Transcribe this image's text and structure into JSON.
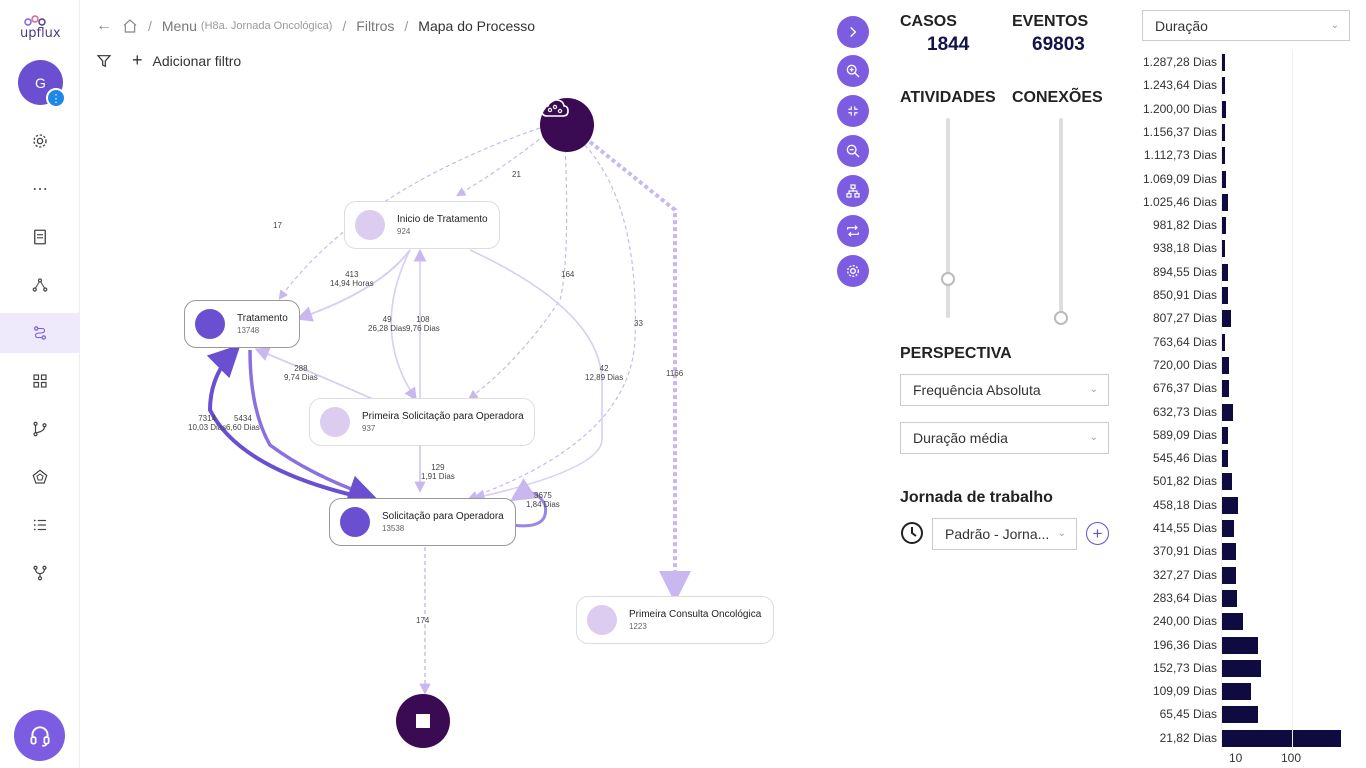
{
  "brand": {
    "name": "upflux"
  },
  "user": {
    "initial": "G",
    "badge": "⋮"
  },
  "breadcrumb": {
    "menu": "Menu",
    "menu_sub": "(H8a. Jornada Oncológica)",
    "filtros": "Filtros",
    "current": "Mapa do Processo",
    "sep": "/"
  },
  "filterbar": {
    "add": "Adicionar filtro",
    "plus": "+"
  },
  "colors": {
    "accent": "#7c5ce0",
    "dark": "#3a0b52",
    "bar": "#0f0b40"
  },
  "sidebar": {
    "items": [
      {
        "name": "settings"
      },
      {
        "name": "more"
      },
      {
        "name": "document"
      },
      {
        "name": "network"
      },
      {
        "name": "process-map"
      },
      {
        "name": "dashboard"
      },
      {
        "name": "branch"
      },
      {
        "name": "pentagon"
      },
      {
        "name": "list"
      },
      {
        "name": "fork"
      }
    ]
  },
  "nodes": [
    {
      "name": "Inicio de Tratamento",
      "count": "924"
    },
    {
      "name": "Tratamento",
      "count": "13748"
    },
    {
      "name": "Primeira Solicitação para Operadora",
      "count": "937"
    },
    {
      "name": "Solicitação para Operadora",
      "count": "13538"
    },
    {
      "name": "Primeira Consulta Oncológica",
      "count": "1223"
    }
  ],
  "edges": {
    "e21": "21",
    "e17": "17",
    "e413a": "413",
    "e413b": "14,94 Horas",
    "e164": "164",
    "e33": "33",
    "e1166": "1166",
    "e49a": "49",
    "e49b": "26,28 Dias",
    "e108a": "108",
    "e108b": "9,76 Dias",
    "e288a": "288",
    "e288b": "9,74 Dias",
    "e42a": "42",
    "e42b": "12,89 Dias",
    "e7314a": "7314",
    "e7314b": "10,03 Dias",
    "e5434a": "5434",
    "e5434b": "6,60 Dias",
    "e129a": "129",
    "e129b": "1,91 Dias",
    "e3675a": "3675",
    "e3675b": "1,84 Dias",
    "e174": "174"
  },
  "stats": {
    "casos_label": "CASOS",
    "casos": "1844",
    "eventos_label": "EVENTOS",
    "eventos": "69803",
    "atividades": "ATIVIDADES",
    "conexoes": "CONEXÕES"
  },
  "sliders": {
    "atividades_level": 0.9,
    "conexoes_level": 1.0
  },
  "perspectiva": {
    "title": "PERSPECTIVA",
    "metric": "Frequência Absoluta",
    "duration": "Duração média"
  },
  "jornada": {
    "title": "Jornada de trabalho",
    "value": "Padrão - Jorna..."
  },
  "histogram": {
    "selector": "Duração",
    "rows": [
      {
        "label": "1.287,28 Dias",
        "value": 2
      },
      {
        "label": "1.243,64 Dias",
        "value": 2
      },
      {
        "label": "1.200,00 Dias",
        "value": 8
      },
      {
        "label": "1.156,37 Dias",
        "value": 2
      },
      {
        "label": "1.112,73 Dias",
        "value": 4
      },
      {
        "label": "1.069,09 Dias",
        "value": 8
      },
      {
        "label": "1.025,46 Dias",
        "value": 10
      },
      {
        "label": "981,82 Dias",
        "value": 8
      },
      {
        "label": "938,18 Dias",
        "value": 6
      },
      {
        "label": "894,55 Dias",
        "value": 10
      },
      {
        "label": "850,91 Dias",
        "value": 10
      },
      {
        "label": "807,27 Dias",
        "value": 15
      },
      {
        "label": "763,64 Dias",
        "value": 5
      },
      {
        "label": "720,00 Dias",
        "value": 12
      },
      {
        "label": "676,37 Dias",
        "value": 12
      },
      {
        "label": "632,73 Dias",
        "value": 18
      },
      {
        "label": "589,09 Dias",
        "value": 10
      },
      {
        "label": "545,46 Dias",
        "value": 11
      },
      {
        "label": "501,82 Dias",
        "value": 17
      },
      {
        "label": "458,18 Dias",
        "value": 25
      },
      {
        "label": "414,55 Dias",
        "value": 19
      },
      {
        "label": "370,91 Dias",
        "value": 22
      },
      {
        "label": "327,27 Dias",
        "value": 23
      },
      {
        "label": "283,64 Dias",
        "value": 24
      },
      {
        "label": "240,00 Dias",
        "value": 33
      },
      {
        "label": "196,36 Dias",
        "value": 56
      },
      {
        "label": "152,73 Dias",
        "value": 60
      },
      {
        "label": "109,09 Dias",
        "value": 45
      },
      {
        "label": "65,45 Dias",
        "value": 55
      },
      {
        "label": "21,82 Dias",
        "value": 180
      }
    ],
    "ticks": [
      "10",
      "100"
    ]
  }
}
